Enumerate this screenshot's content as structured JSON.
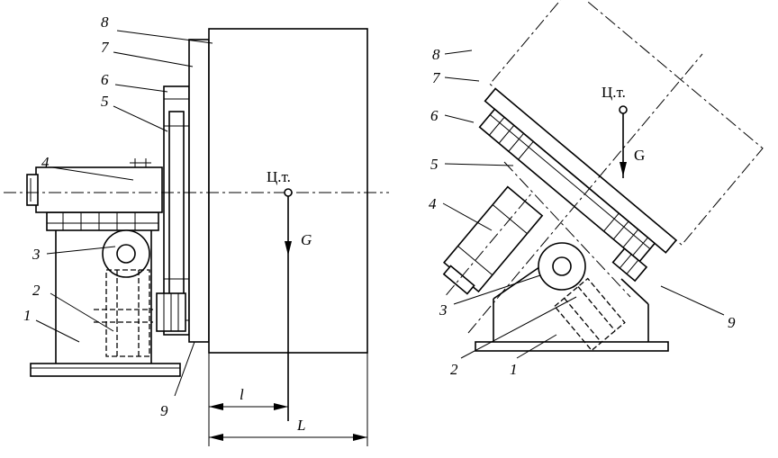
{
  "left_view": {
    "labels": {
      "n1": "1",
      "n2": "2",
      "n3": "3",
      "n4": "4",
      "n5": "5",
      "n6": "6",
      "n7": "7",
      "n8": "8",
      "n9": "9"
    },
    "center_of_gravity": "Ц.т.",
    "gravity": "G",
    "dim_l": "l",
    "dim_L": "L"
  },
  "right_view": {
    "labels": {
      "n1": "1",
      "n2": "2",
      "n3": "3",
      "n4": "4",
      "n5": "5",
      "n6": "6",
      "n7": "7",
      "n8": "8",
      "n9": "9"
    },
    "center_of_gravity": "Ц.т.",
    "gravity": "G"
  }
}
